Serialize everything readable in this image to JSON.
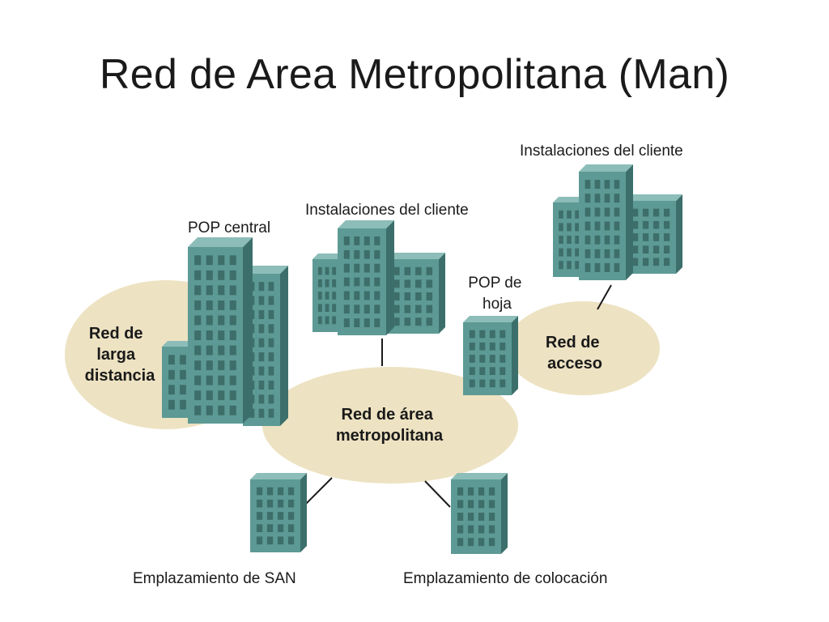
{
  "slide": {
    "title": "Red de Area Metropolitana (Man)"
  },
  "diagram": {
    "colors": {
      "ellipse": "#ede2c2",
      "building_front": "#5d9a95",
      "building_side": "#3c6f6b",
      "building_top": "#8cbdb8",
      "window": "#3d6e6a",
      "link": "#1a1a1a"
    },
    "networks": {
      "long_distance": [
        "Red de",
        "larga",
        "distancia"
      ],
      "metro": [
        "Red de área",
        "metropolitana"
      ],
      "access": [
        "Red de",
        "acceso"
      ]
    },
    "captions": {
      "pop_central": "POP central",
      "customer_center": "Instalaciones del cliente",
      "customer_right": "Instalaciones del cliente",
      "pop_leaf": [
        "POP de",
        "hoja"
      ],
      "san_site": "Emplazamiento de SAN",
      "colocation_site": "Emplazamiento de colocación"
    }
  }
}
